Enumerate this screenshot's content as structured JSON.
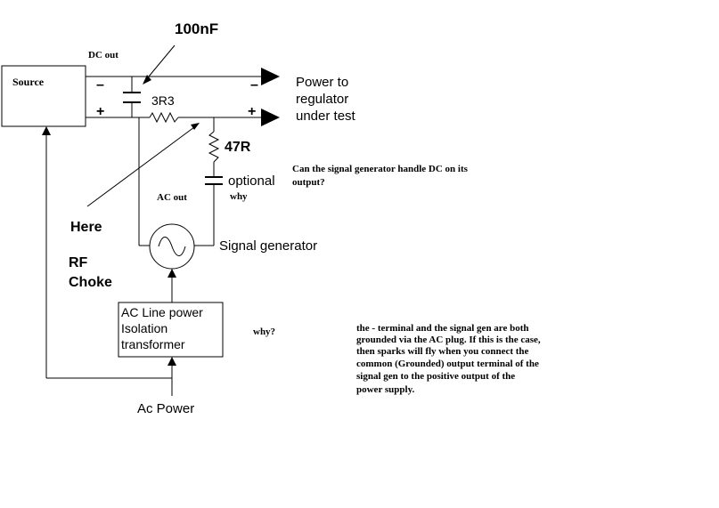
{
  "labels": {
    "cap_value": "100nF",
    "dc_out": "DC out",
    "source": "Source",
    "minus_left": "–",
    "plus_left": "+",
    "minus_right": "–",
    "plus_right": "+",
    "power_to_line1": "Power to",
    "power_to_line2": "regulator",
    "power_to_line3": "under test",
    "resistor_3r3": "3R3",
    "resistor_47r": "47R",
    "optional": "optional",
    "why_cap": "why",
    "signal_gen_question_line1": "Can the signal generator handle DC on its",
    "signal_gen_question_line2": "output?",
    "ac_out": "AC out",
    "here": "Here",
    "signal_generator": "Signal generator",
    "rf": "RF",
    "choke": "Choke",
    "transformer_line1": "AC Line power",
    "transformer_line2": "Isolation",
    "transformer_line3": "transformer",
    "why_transformer": "why?",
    "ac_power": "Ac Power",
    "note_line1": "the - terminal and the signal gen are both",
    "note_line2": "grounded via the AC plug. If this is the case,",
    "note_line3": "then sparks will fly when you connect the",
    "note_line4": "common (Grounded) output terminal of the",
    "note_line5": "signal gen to the positive output of the",
    "note_line6": "power supply."
  },
  "colors": {
    "ink": "#000000",
    "background": "#ffffff"
  }
}
